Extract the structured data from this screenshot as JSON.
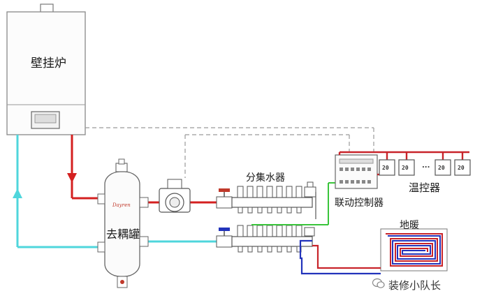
{
  "labels": {
    "boiler": "壁挂炉",
    "separator": "去耦罐",
    "manifold": "分集水器",
    "controller": "联动控制器",
    "thermostats": "温控器",
    "floor_heating": "地暖",
    "brand": "Dayren"
  },
  "thermostat_values": [
    "20",
    "20",
    "20",
    "20"
  ],
  "ellipsis": "...",
  "watermark": {
    "text": "装修小队长"
  },
  "colors": {
    "supply": "#d42020",
    "return": "#4fd6dc",
    "signal": "#39c43a",
    "floor_return": "#2233bb",
    "dashed": "#9a9a9a",
    "thermo_bus": "#c8242a"
  }
}
